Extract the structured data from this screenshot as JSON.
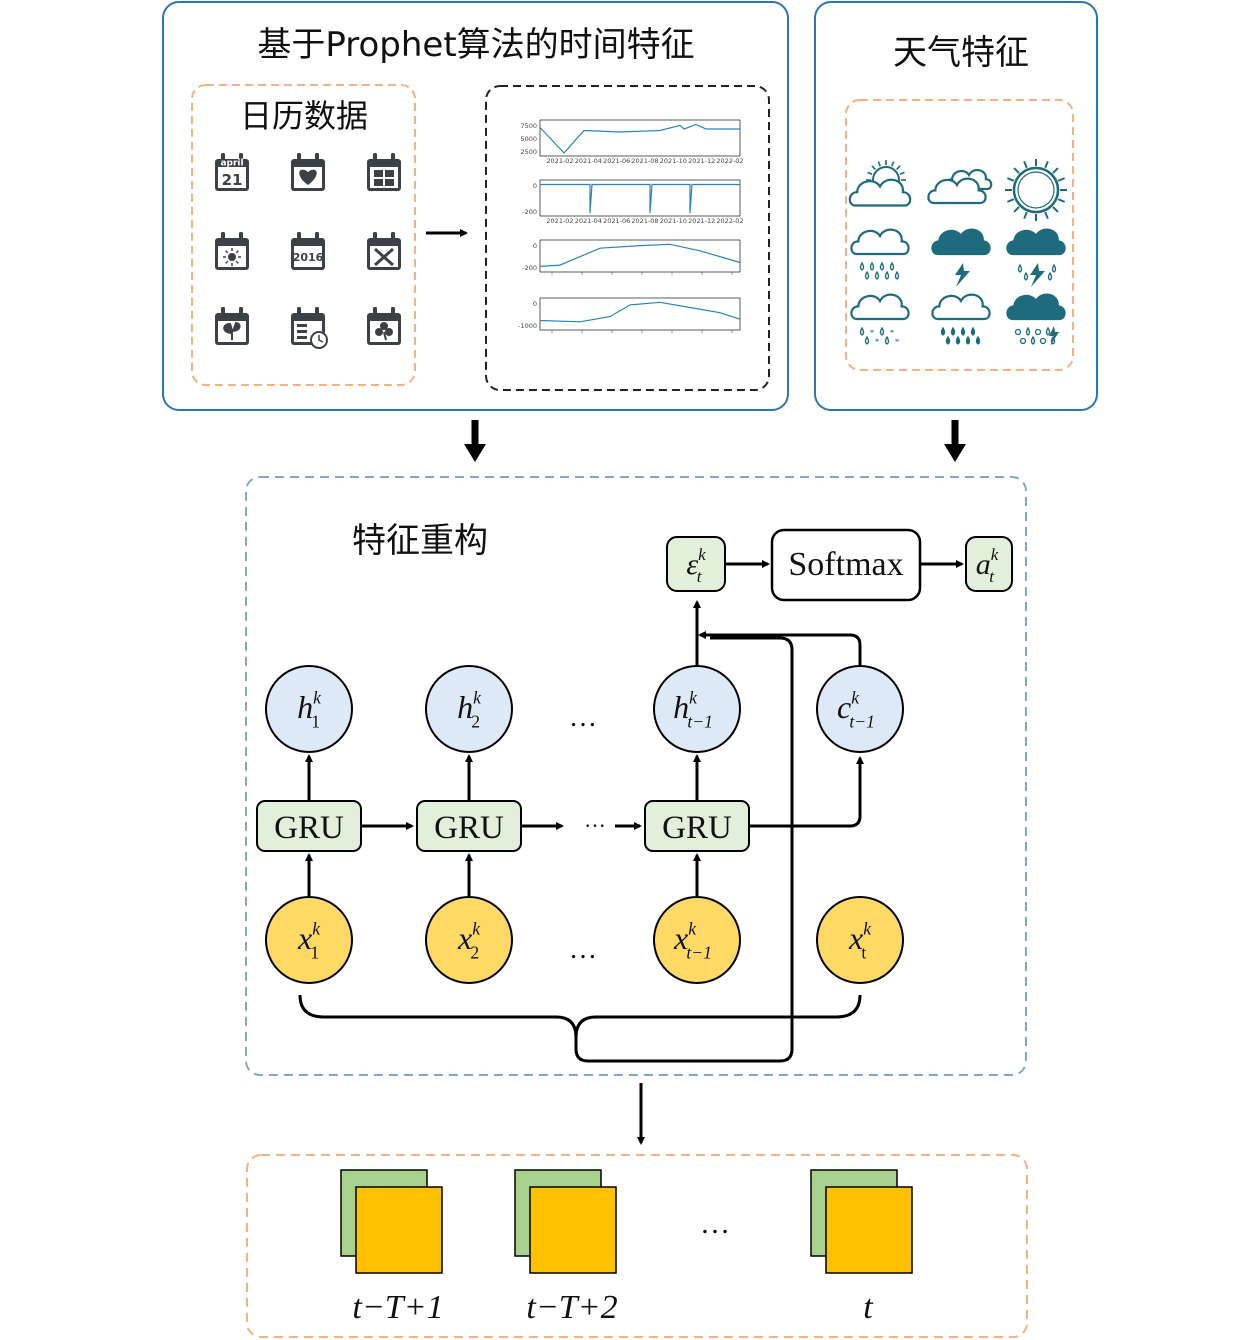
{
  "prophet_panel": {
    "title": "基于Prophet算法的时间特征",
    "calendar_title": "日历数据",
    "calendar_icons": [
      {
        "icon": "calendar-april-21-icon",
        "month": "april",
        "day": "21"
      },
      {
        "icon": "calendar-heart-icon"
      },
      {
        "icon": "calendar-grid-icon"
      },
      {
        "icon": "calendar-sun-icon"
      },
      {
        "icon": "calendar-year-icon",
        "year": "2016"
      },
      {
        "icon": "calendar-tools-icon"
      },
      {
        "icon": "calendar-leaf-icon"
      },
      {
        "icon": "calendar-clock-icon"
      },
      {
        "icon": "calendar-clover-icon"
      }
    ],
    "mini_charts": [
      {
        "yticks": [
          "7500",
          "5000",
          "2500"
        ],
        "xticks": [
          "2021-02",
          "2021-04",
          "2021-06",
          "2021-08",
          "2021-10",
          "2021-12",
          "2022-02"
        ]
      },
      {
        "yticks": [
          "0",
          "-200"
        ],
        "xticks": [
          "2021-02",
          "2021-04",
          "2021-06",
          "2021-08",
          "2021-10",
          "2021-12",
          "2022-02"
        ]
      },
      {
        "yticks": [
          "0",
          "-200"
        ],
        "xticks": []
      },
      {
        "yticks": [
          "0",
          "-1000"
        ],
        "xticks": []
      }
    ]
  },
  "weather_panel": {
    "title": "天气特征",
    "icons": [
      "partly-cloudy-icon",
      "cloudy-icon",
      "sunny-icon",
      "light-rain-icon",
      "thunderstorm-icon",
      "heavy-thunderstorm-icon",
      "snow-icon",
      "sleet-icon",
      "hail-storm-icon"
    ]
  },
  "reconstruction": {
    "title": "特征重构",
    "softmax_label": "Softmax",
    "gru_label": "GRU",
    "ellipsis": "…",
    "dashes": "···",
    "eps": {
      "base": "ε",
      "sup": "k",
      "sub": "t"
    },
    "attn": {
      "base": "a",
      "sup": "k",
      "sub": "t"
    },
    "hidden": [
      {
        "base": "h",
        "sup": "k",
        "sub": "1"
      },
      {
        "base": "h",
        "sup": "k",
        "sub": "2"
      },
      {
        "base": "h",
        "sup": "k",
        "sub": "t−1"
      }
    ],
    "cell": {
      "base": "c",
      "sup": "k",
      "sub": "t−1"
    },
    "inputs": [
      {
        "base": "x",
        "sup": "k",
        "sub": "1"
      },
      {
        "base": "x",
        "sup": "k",
        "sub": "2"
      },
      {
        "base": "x",
        "sup": "k",
        "sub": "t−1"
      },
      {
        "base": "x",
        "sup": "k",
        "sub": "t"
      }
    ]
  },
  "output_sequence": {
    "labels": [
      "t−T+1",
      "t−T+2",
      "t"
    ],
    "ellipsis": "…"
  },
  "colors": {
    "blue_border": "#2e75b6",
    "orange_dash": "#f4b183",
    "light_blue_dash": "#7fa7d6",
    "green_box": "#e2efda",
    "green_stroke": "#6f8f55",
    "node_blue": "#dde9f6",
    "node_yellow": "#ffd966",
    "square_yellow": "#ffc000",
    "square_green": "#a9d18e",
    "weather_teal": "#1f6b7e",
    "icon_dark": "#3b4147"
  }
}
